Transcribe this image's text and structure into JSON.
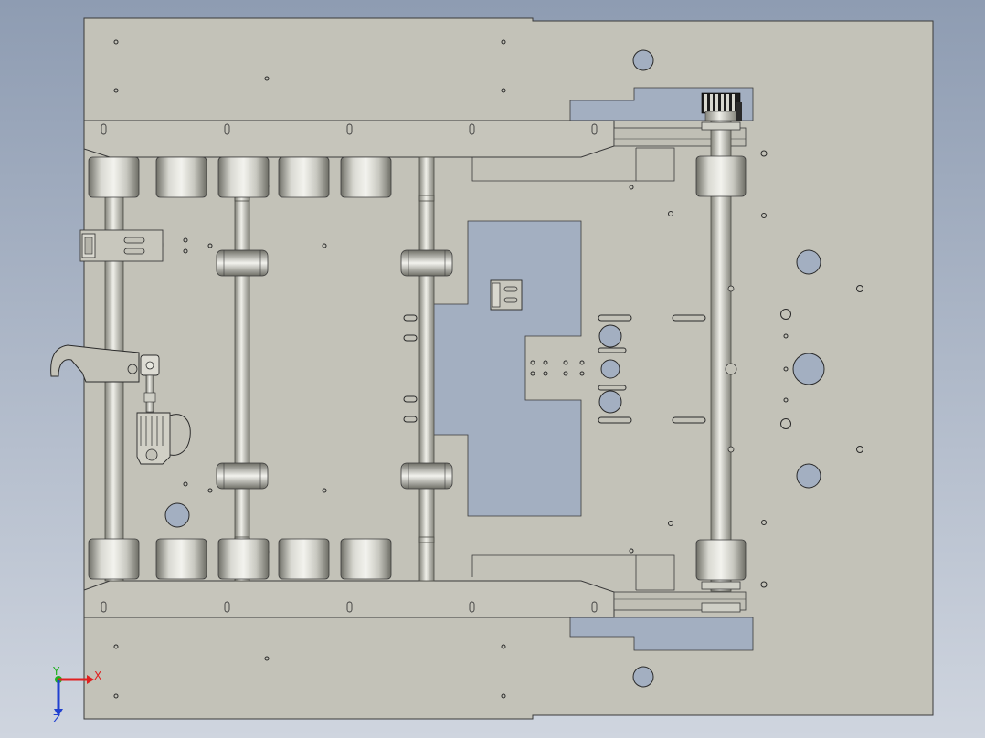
{
  "viewport": {
    "background_top": "#8e9cb2",
    "background_bottom": "#cfd5df"
  },
  "model": {
    "plate_color": "#c3c2b8",
    "cutout_color": "#a3afc1",
    "outline_color": "#3a3a3a",
    "roller_light": "#f3f3ee",
    "roller_dark": "#6e6e66",
    "shaft_light": "#efefe9",
    "shaft_dark": "#85857c"
  },
  "triad": {
    "x_label": "X",
    "y_label": "Y",
    "z_label": "Z",
    "x_color": "#e02020",
    "y_color": "#20b020",
    "z_color": "#2040d0"
  }
}
